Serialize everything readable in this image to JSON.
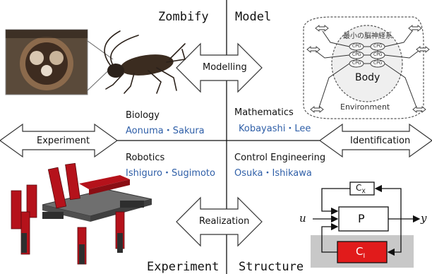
{
  "quadrant_titles": {
    "top_left": "Zombify",
    "top_right": "Model",
    "bottom_left": "Experiment",
    "bottom_right": "Structure"
  },
  "arrows": {
    "top": "Modelling",
    "left": "Experiment",
    "right": "Identification",
    "bottom": "Realization"
  },
  "fields": [
    {
      "name": "Biology",
      "people": "Aonuma・Sakura"
    },
    {
      "name": "Mathematics",
      "people": "Kobayashi・Lee"
    },
    {
      "name": "Robotics",
      "people": "Ishiguro・Sugimoto"
    },
    {
      "name": "Control Engineering",
      "people": "Osuka・Ishikawa"
    }
  ],
  "model_diagram": {
    "caption": "最小の脳神経系",
    "node_label": "CPG",
    "body_label": "Body",
    "environment_label": "Environment"
  },
  "control_diagram": {
    "input": "u",
    "output": "y",
    "plant": "P",
    "feedback_top": "C",
    "feedback_top_sub": "X",
    "feedback_bottom": "C",
    "feedback_bottom_sub": "I"
  },
  "colors": {
    "names": "#2f5fa8",
    "controller_red": "#e11b1b",
    "controller_bg": "#c8c8c8",
    "robot_red": "#b5121b"
  }
}
